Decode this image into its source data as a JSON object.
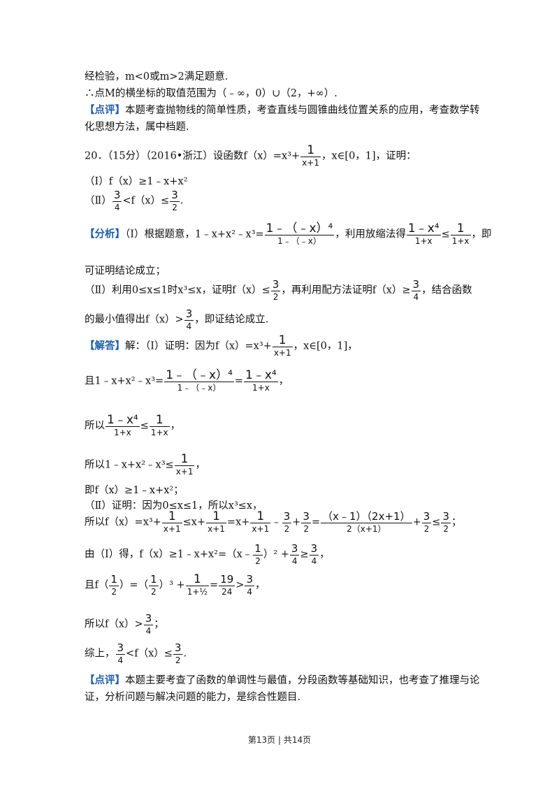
{
  "top": {
    "l1": "经检验，m<0或m>2满足题意.",
    "l2": "∴点M的横坐标的取值范围为（﹣∞，0）∪（2，+∞）.",
    "dianping_tag": "【点评】",
    "dianping1": "本题考查抛物线的简单性质，考查直线与圆锥曲线位置关系的应用，考查数学转",
    "dianping2": "化思想方法，属中档题."
  },
  "q20": {
    "head": "20．（15分）（2016•浙江）设函数f（x）=x³+",
    "head_tail": "，x∈[0，1]，证明：",
    "p1": "（Ⅰ）f（x）≥1﹣x+x²",
    "p2_pre": "（Ⅱ）",
    "p2_mid": "<f（x）≤",
    "p2_end": "."
  },
  "analysis": {
    "tag": "【分析】",
    "a1_pre": "（Ⅰ）根据题意，1﹣x+x²﹣x³=",
    "a1_mid": "，利用放缩法得",
    "a1_leq": "≤",
    "a1_end": "，即",
    "a2": "可证明结论成立；",
    "a3_pre": "（Ⅱ）利用0≤x≤1时x³≤x，证明f（x）≤",
    "a3_mid": "，再利用配方法证明f（x）≥",
    "a3_end": "，结合函数",
    "a4_pre": "的最小值得出f（x）>",
    "a4_end": "，即证结论成立."
  },
  "solution": {
    "tag": "【解答】",
    "s1_pre": "解：（Ⅰ）证明：因为f（x）=x³+",
    "s1_end": "，x∈[0，1]，",
    "s2_pre": "且1﹣x+x²﹣x³=",
    "s2_eq": "=",
    "s2_end": "，",
    "s3_pre": "所以",
    "s3_leq": "≤",
    "s3_end": "，",
    "s4_pre": "所以1﹣x+x²﹣x³≤",
    "s4_end": "，",
    "s5": "即f（x）≥1﹣x+x²；",
    "s6": "（Ⅱ）证明：因为0≤x≤1，所以x³≤x，",
    "s7_pre": "所以f（x）=x³+",
    "s7_a": "≤x+",
    "s7_b": "=x+",
    "s7_c": "﹣",
    "s7_d": "+",
    "s7_e": "=",
    "s7_f": "+",
    "s7_g": "≤",
    "s7_end": "；",
    "s8_pre": "由（Ⅰ）得，f（x）≥1﹣x+x²=（x﹣",
    "s8_mid": "）² +",
    "s8_geq": "≥",
    "s8_end": "，",
    "s9_pre": "且f（",
    "s9_a": "）=（",
    "s9_b": "）³ +",
    "s9_eq": "=",
    "s9_gt": ">",
    "s9_end": "，",
    "s10_pre": "所以f（x）>",
    "s10_end": "；",
    "s11_pre": "综上，",
    "s11_mid": "<f（x）≤",
    "s11_end": "."
  },
  "review": {
    "tag": "【点评】",
    "r1": "本题主要考查了函数的单调性与最值，分段函数等基础知识，也考查了推理与论",
    "r2": "证，分析问题与解决问题的能力，是综合性题目."
  },
  "fractions": {
    "one": "1",
    "two": "2",
    "three": "3",
    "four": "4",
    "x1": "x+1",
    "1px": "1+x",
    "x4num": "1﹣x⁴",
    "neg_num": "1﹣（﹣x）⁴",
    "neg_den": "1﹣（﹣x）",
    "big_num": "（x﹣1）（2x+1）",
    "big_den": "2（x+1）",
    "half_den": "1+½",
    "n19": "19",
    "n24": "24"
  },
  "footer": {
    "text": "第13页 | 共14页"
  }
}
